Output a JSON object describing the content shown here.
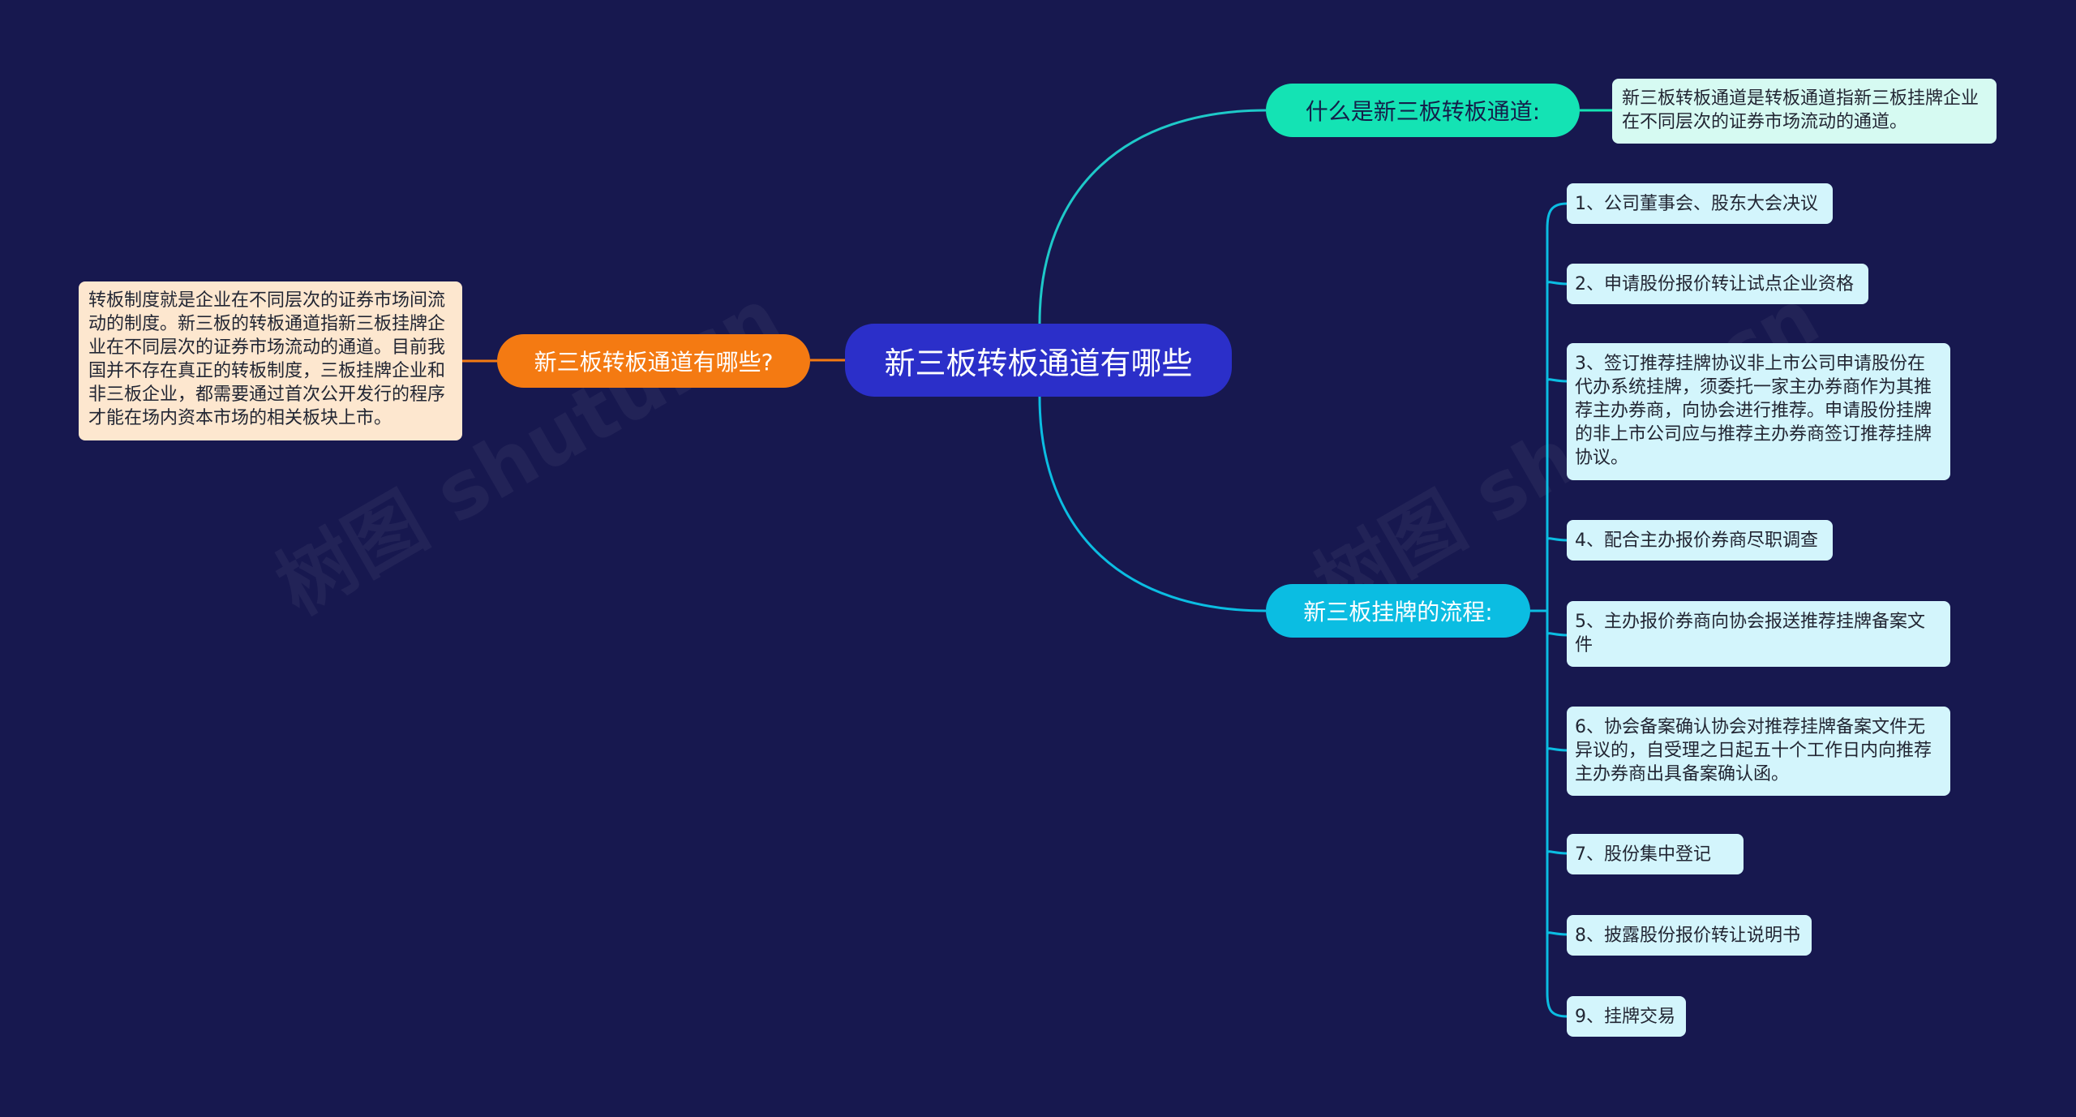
{
  "center": {
    "label": "新三板转板通道有哪些"
  },
  "left_branch": {
    "label": "新三板转板通道有哪些?",
    "detail": "转板制度就是企业在不同层次的证券市场间流动的制度。新三板的转板通道指新三板挂牌企业在不同层次的证券市场流动的通道。目前我国并不存在真正的转板制度，三板挂牌企业和非三板企业，都需要通过首次公开发行的程序才能在场内资本市场的相关板块上市。"
  },
  "right_top_branch": {
    "label": "什么是新三板转板通道:",
    "detail": "新三板转板通道是转板通道指新三板挂牌企业在不同层次的证券市场流动的通道。"
  },
  "right_bottom_branch": {
    "label": "新三板挂牌的流程:",
    "items": [
      "1、公司董事会、股东大会决议",
      "2、申请股份报价转让试点企业资格",
      "3、签订推荐挂牌协议非上市公司申请股份在代办系统挂牌，须委托一家主办券商作为其推荐主办券商，向协会进行推荐。申请股份挂牌的非上市公司应与推荐主办券商签订推荐挂牌协议。",
      "4、配合主办报价券商尽职调查",
      "5、主办报价券商向协会报送推荐挂牌备案文件",
      "6、协会备案确认协会对推荐挂牌备案文件无异议的，自受理之日起五十个工作日内向推荐主办券商出具备案确认函。",
      "7、股份集中登记",
      "8、披露股份报价转让说明书",
      "9、挂牌交易"
    ]
  },
  "colors": {
    "background": "#17184f",
    "center": "#2b2fc9",
    "left_branch": "#f47a12",
    "left_box": "#fde7cf",
    "right_top_branch": "#14e3b4",
    "right_top_box": "#d6faf2",
    "right_bottom_branch": "#0bbde2",
    "item_box": "#d3f5fc"
  }
}
